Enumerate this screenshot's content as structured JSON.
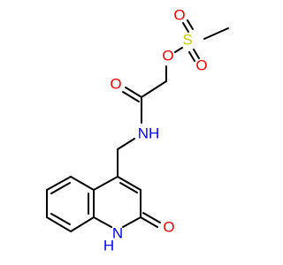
{
  "colors": {
    "bond": "#000000",
    "oxygen": "#ff0000",
    "nitrogen": "#0000ff",
    "sulfur": "#cccc00",
    "background": "#ffffff"
  },
  "atoms": {
    "sulfonyl_s": "S",
    "sulfonyl_o_top": "O",
    "sulfonyl_o_bottom": "O",
    "ester_o": "O",
    "carbonyl_o": "O",
    "amide_nh": "NH",
    "lactam_o": "O",
    "ring_nh_h": "H",
    "ring_nh_n": "N"
  }
}
